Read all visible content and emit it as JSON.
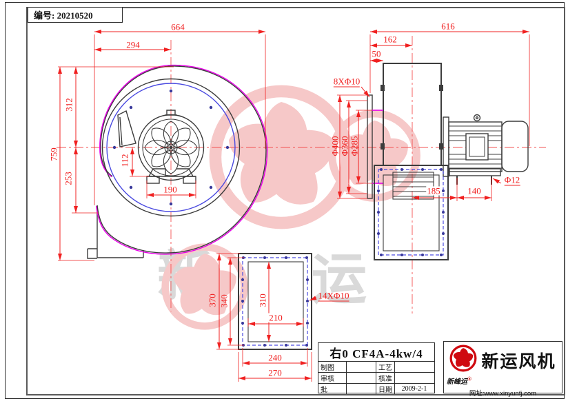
{
  "sheet": {
    "serial_label": "编号: 20210520"
  },
  "colors": {
    "dimension_red": "#f02020",
    "line_black": "#3c3c3c",
    "scroll_magenta": "#e800e8",
    "bolt_blue": "#4a4ae0",
    "watermark_pink": "#f6c8c8",
    "watermark_gray": "#d9d9d9",
    "logo_red": "#cf0a10"
  },
  "front_view": {
    "dims": {
      "width_total": "664",
      "width_to_center": "294",
      "top_to_center": "312",
      "height_total": "759",
      "center_to_outlet": "253",
      "center_to_foot": "112",
      "foot_span": "190"
    }
  },
  "side_view": {
    "dims": {
      "length_total": "616",
      "inlet_to_center": "162",
      "inlet_to_casing": "50",
      "inlet_bolt_spec": "8XΦ10",
      "flange_od": "Φ400",
      "bolt_circle": "Φ360",
      "inlet_id": "Φ285",
      "center_to_foot_bolt": "185",
      "foot_bolt_spacing": "140",
      "foot_bolt_dia": "Φ12"
    }
  },
  "outlet_flange_view": {
    "dims": {
      "outer_height": "370",
      "bolt_height": "340",
      "inner_height": "310",
      "inner_width": "210",
      "bolt_width": "240",
      "outer_width": "270",
      "bolt_spec": "14XΦ10"
    }
  },
  "title_block": {
    "title": "右0 CF4A-4kw/4",
    "rows": [
      {
        "l1": "制图",
        "v1": "",
        "l2": "工艺",
        "v2": ""
      },
      {
        "l1": "审核",
        "v1": "",
        "l2": "核准",
        "v2": ""
      },
      {
        "l1": "批",
        "v1": "",
        "l2": "日期",
        "v2": "2009-2-1"
      }
    ]
  },
  "logo_block": {
    "brand": "新运风机",
    "sub_brand": "新峰运",
    "reg_mark": "®",
    "website": "网址:www.xinyunfj.com"
  },
  "watermark": {
    "char_left": "新",
    "char_right": "运"
  }
}
